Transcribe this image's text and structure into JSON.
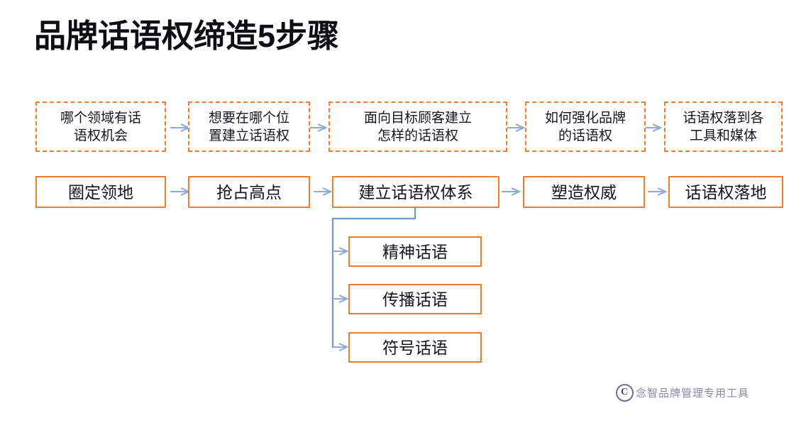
{
  "page": {
    "title": "品牌话语权缔造5步骤",
    "background": "#ffffff",
    "accent_orange": "#ED7D31",
    "connector_blue": "#8FAADC",
    "text_color": "#14141e"
  },
  "question_row": {
    "items": [
      {
        "label": "哪个领域有话\n语权机会"
      },
      {
        "label": "想要在哪个位\n置建立话语权"
      },
      {
        "label": "面向目标顾客建立\n怎样的话语权"
      },
      {
        "label": "如何强化品牌\n的话语权"
      },
      {
        "label": "话语权落到各\n工具和媒体"
      }
    ]
  },
  "step_row": {
    "items": [
      {
        "label": "圈定领地"
      },
      {
        "label": "抢占高点"
      },
      {
        "label": "建立话语权体系"
      },
      {
        "label": "塑造权威"
      },
      {
        "label": "话语权落地"
      }
    ]
  },
  "sub_row": {
    "parent": "建立话语权体系",
    "items": [
      {
        "label": "精神话语"
      },
      {
        "label": "传播话语"
      },
      {
        "label": "符号话语"
      }
    ]
  },
  "footer": {
    "copyright_symbol": "C",
    "credit": "念智品牌管理专用工具"
  }
}
